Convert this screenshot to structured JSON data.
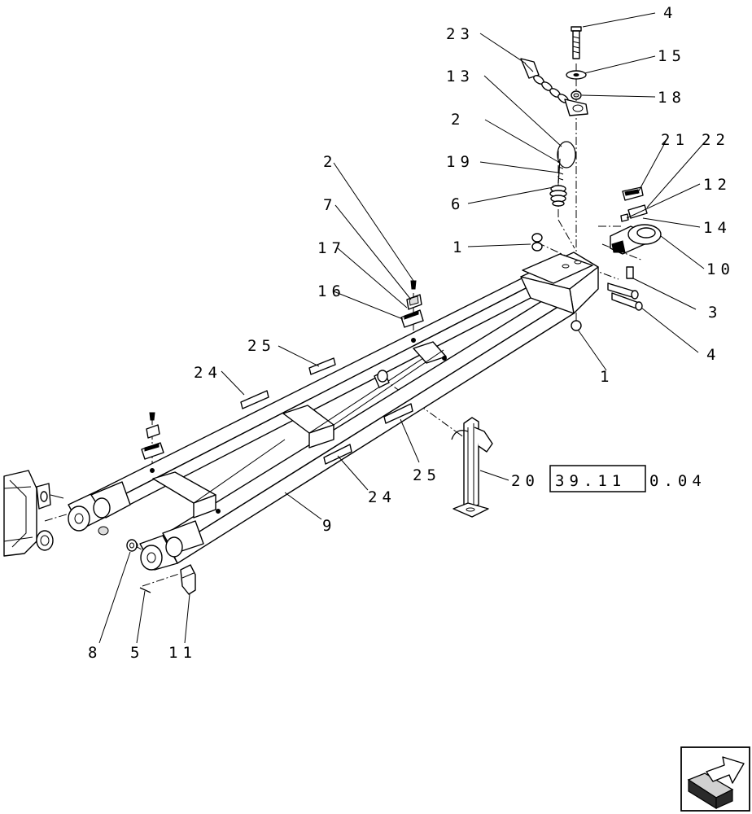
{
  "callouts": {
    "c4_top": "4",
    "c15": "15",
    "c18": "18",
    "c23": "23",
    "c13": "13",
    "c2_top": "2",
    "c19": "19",
    "c6": "6",
    "c21": "21",
    "c22": "22",
    "c12": "12",
    "c14": "14",
    "c10": "10",
    "c3": "3",
    "c4_right": "4",
    "c1_upper": "1",
    "c1_lower": "1",
    "c2_left": "2",
    "c7": "7",
    "c17": "17",
    "c16": "16",
    "c25_upper": "25",
    "c24_upper": "24",
    "c25_lower": "25",
    "c24_lower": "24",
    "c9": "9",
    "c8": "8",
    "c5": "5",
    "c11": "11",
    "c20": "20"
  },
  "reference": {
    "boxed_part": "39.11",
    "suffix": "0.04"
  },
  "nav": {
    "icon": "arrow-next-icon"
  }
}
